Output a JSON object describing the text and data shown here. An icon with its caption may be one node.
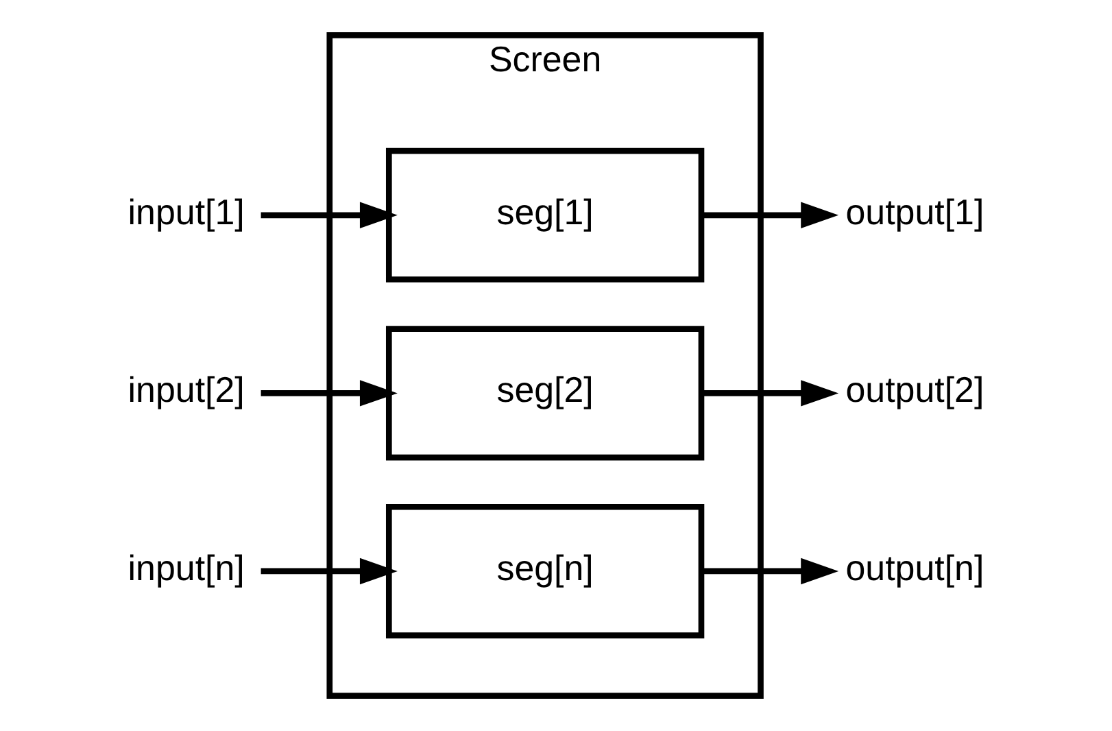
{
  "diagram": {
    "nodes": [
      {
        "text": [
          "Screen"
        ]
      },
      {
        "text": [
          "input[1]"
        ]
      },
      {
        "text": [
          "seg[1]"
        ],
        "in": 0
      },
      {
        "text": [
          "output[1]"
        ]
      },
      {
        "text": [
          "input[2]"
        ]
      },
      {
        "text": [
          "seg[2]"
        ],
        "in": 0
      },
      {
        "text": [
          "output[2]"
        ]
      },
      {
        "text": [
          "input[n]"
        ]
      },
      {
        "text": [
          "seg[n]"
        ],
        "in": 0
      },
      {
        "text": [
          "output[n]"
        ]
      }
    ],
    "edges": [
      {
        "from": 1,
        "to": 2,
        "arrow": "to"
      },
      {
        "from": 2,
        "to": 3,
        "arrow": "to"
      },
      {
        "from": 4,
        "to": 5,
        "arrow": "to"
      },
      {
        "from": 5,
        "to": 6,
        "arrow": "to"
      },
      {
        "from": 7,
        "to": 8,
        "arrow": "to"
      },
      {
        "from": 8,
        "to": 9,
        "arrow": "to"
      }
    ]
  }
}
